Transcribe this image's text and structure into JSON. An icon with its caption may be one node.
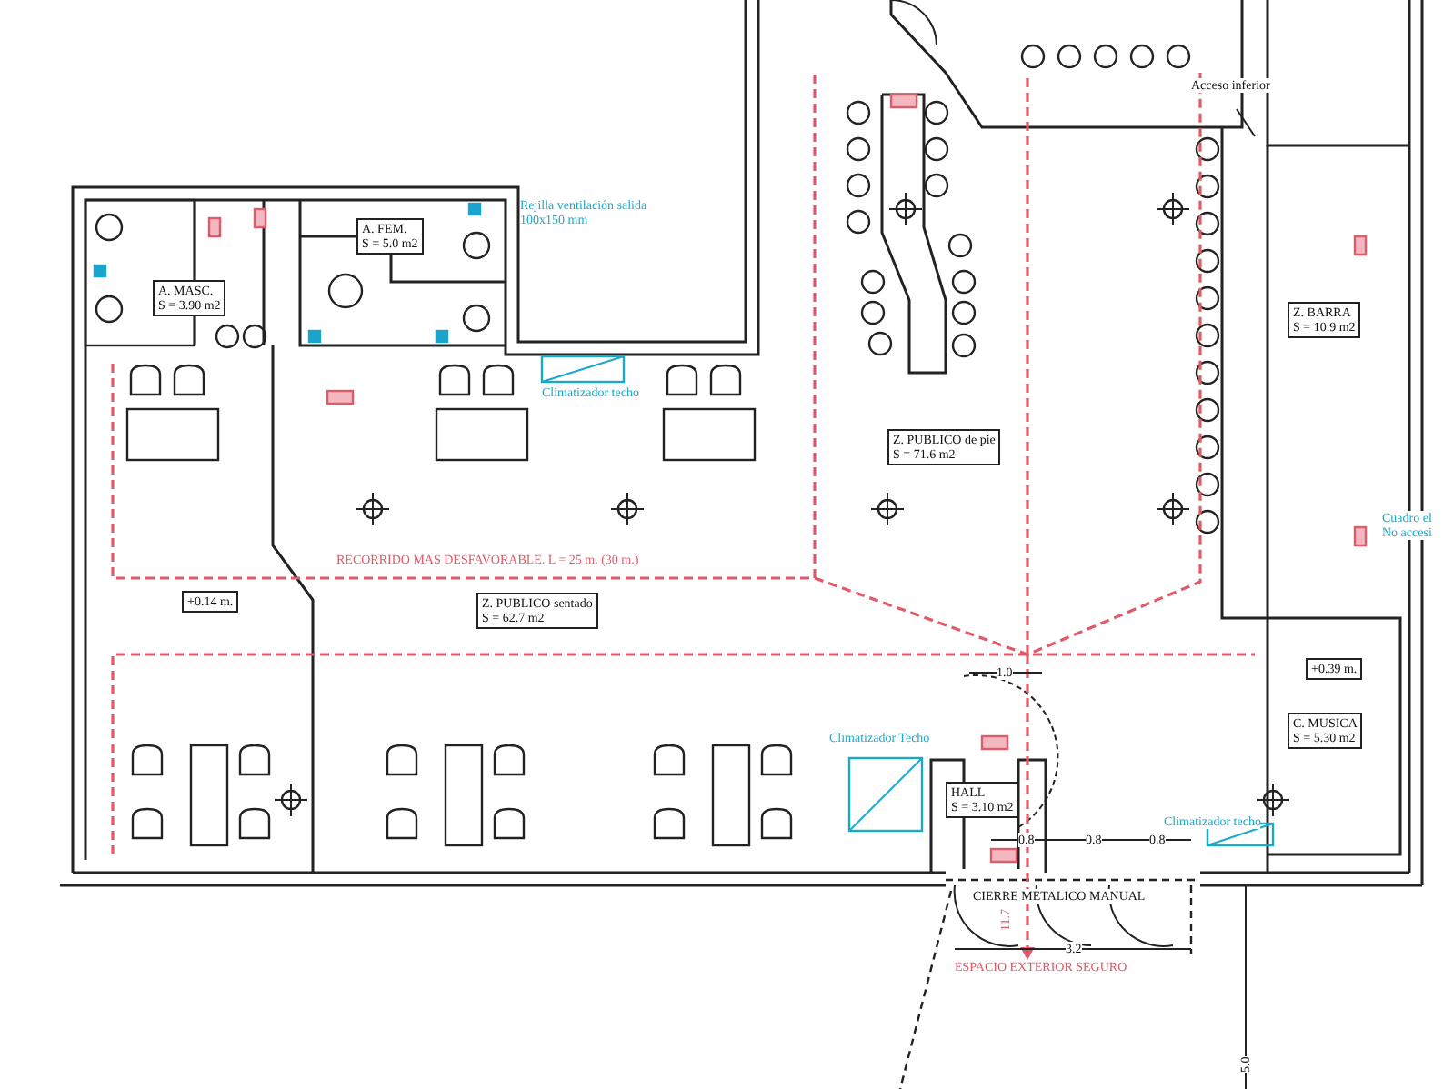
{
  "diagram": {
    "nodes": [
      {
        "text": [
          "A. FEM.",
          "S = 5.0 m2"
        ]
      },
      {
        "text": [
          "A. MASC.",
          "S = 3.90 m2"
        ]
      },
      {
        "text": [
          "Z. BARRA",
          "S = 10.9 m2"
        ]
      },
      {
        "text": [
          "Z. PUBLICO de pie",
          "S = 71.6 m2"
        ]
      },
      {
        "text": [
          "+0.14 m."
        ]
      },
      {
        "text": [
          "Z. PUBLICO sentado",
          "S = 62.7 m2"
        ]
      },
      {
        "text": [
          "+0.39 m."
        ]
      },
      {
        "text": [
          "C. MUSICA",
          "S = 5.30 m2"
        ]
      },
      {
        "text": [
          "HALL",
          "S = 3.10 m2"
        ]
      }
    ],
    "labels": [
      "Acceso inferior",
      "Rejilla ventilación salida 100x150 mm",
      "Climatizador techo",
      "Cuadro el",
      "No accesi",
      "RECORRIDO MAS DESFAVORABLE. L = 25 m. (30 m.)",
      "1.0",
      "Climatizador Techo",
      "Climatizador techo",
      "0.8",
      "0.8",
      "0.8",
      "CIERRE METALICO MANUAL",
      "11.7",
      "3.2",
      "ESPACIO EXTERIOR SEGURO",
      "5.0"
    ]
  }
}
